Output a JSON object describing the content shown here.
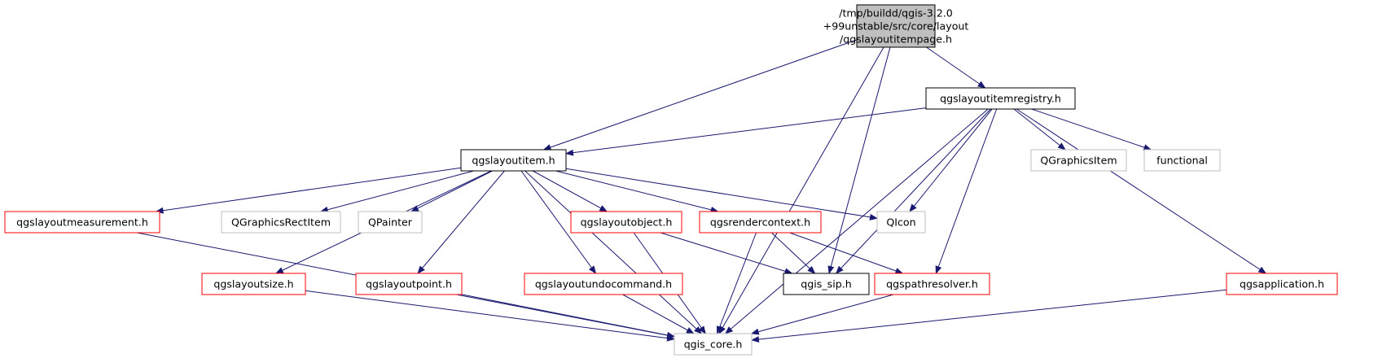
{
  "colors": {
    "edge": "#191970",
    "border_default": "#000000",
    "border_red": "#ff0000",
    "border_grey": "#bfbfbf",
    "fill_root": "#bfbfbf",
    "fill_default": "#ffffff",
    "text": "#000000"
  },
  "nodes": [
    {
      "id": "root",
      "lines": [
        "/tmp/buildd/qgis-3.2.0",
        "+99unstable/src/core/layout",
        "/qgslayoutitempage.h"
      ],
      "style": "root"
    },
    {
      "id": "registry",
      "lines": [
        "qgslayoutitemregistry.h"
      ],
      "style": "black"
    },
    {
      "id": "item",
      "lines": [
        "qgslayoutitem.h"
      ],
      "style": "black"
    },
    {
      "id": "qgraphicsitem",
      "lines": [
        "QGraphicsItem"
      ],
      "style": "grey"
    },
    {
      "id": "functional",
      "lines": [
        "functional"
      ],
      "style": "grey"
    },
    {
      "id": "measurement",
      "lines": [
        "qgslayoutmeasurement.h"
      ],
      "style": "red"
    },
    {
      "id": "qgraphicsrectitem",
      "lines": [
        "QGraphicsRectItem"
      ],
      "style": "grey"
    },
    {
      "id": "qpainter",
      "lines": [
        "QPainter"
      ],
      "style": "grey"
    },
    {
      "id": "object",
      "lines": [
        "qgslayoutobject.h"
      ],
      "style": "red"
    },
    {
      "id": "rendercontext",
      "lines": [
        "qgsrendercontext.h"
      ],
      "style": "red"
    },
    {
      "id": "qicon",
      "lines": [
        "QIcon"
      ],
      "style": "grey"
    },
    {
      "id": "size",
      "lines": [
        "qgslayoutsize.h"
      ],
      "style": "red"
    },
    {
      "id": "point",
      "lines": [
        "qgslayoutpoint.h"
      ],
      "style": "red"
    },
    {
      "id": "undocommand",
      "lines": [
        "qgslayoutundocommand.h"
      ],
      "style": "red"
    },
    {
      "id": "sip",
      "lines": [
        "qgis_sip.h"
      ],
      "style": "black"
    },
    {
      "id": "pathresolver",
      "lines": [
        "qgspathresolver.h"
      ],
      "style": "red"
    },
    {
      "id": "application",
      "lines": [
        "qgsapplication.h"
      ],
      "style": "red"
    },
    {
      "id": "core",
      "lines": [
        "qgis_core.h"
      ],
      "style": "grey"
    }
  ],
  "edges": [
    [
      "root",
      "item"
    ],
    [
      "root",
      "sip"
    ],
    [
      "root",
      "registry"
    ],
    [
      "root",
      "core"
    ],
    [
      "registry",
      "item"
    ],
    [
      "registry",
      "qicon"
    ],
    [
      "registry",
      "sip"
    ],
    [
      "registry",
      "pathresolver"
    ],
    [
      "registry",
      "qgraphicsitem"
    ],
    [
      "registry",
      "functional"
    ],
    [
      "registry",
      "core"
    ],
    [
      "registry",
      "application"
    ],
    [
      "item",
      "measurement"
    ],
    [
      "item",
      "size"
    ],
    [
      "item",
      "qgraphicsrectitem"
    ],
    [
      "item",
      "qpainter"
    ],
    [
      "item",
      "point"
    ],
    [
      "item",
      "core"
    ],
    [
      "item",
      "undocommand"
    ],
    [
      "item",
      "object"
    ],
    [
      "item",
      "rendercontext"
    ],
    [
      "item",
      "qicon"
    ],
    [
      "measurement",
      "core"
    ],
    [
      "size",
      "core"
    ],
    [
      "point",
      "core"
    ],
    [
      "undocommand",
      "core"
    ],
    [
      "object",
      "sip"
    ],
    [
      "object",
      "core"
    ],
    [
      "rendercontext",
      "core"
    ],
    [
      "rendercontext",
      "sip"
    ],
    [
      "rendercontext",
      "pathresolver"
    ],
    [
      "pathresolver",
      "core"
    ],
    [
      "application",
      "core"
    ]
  ]
}
